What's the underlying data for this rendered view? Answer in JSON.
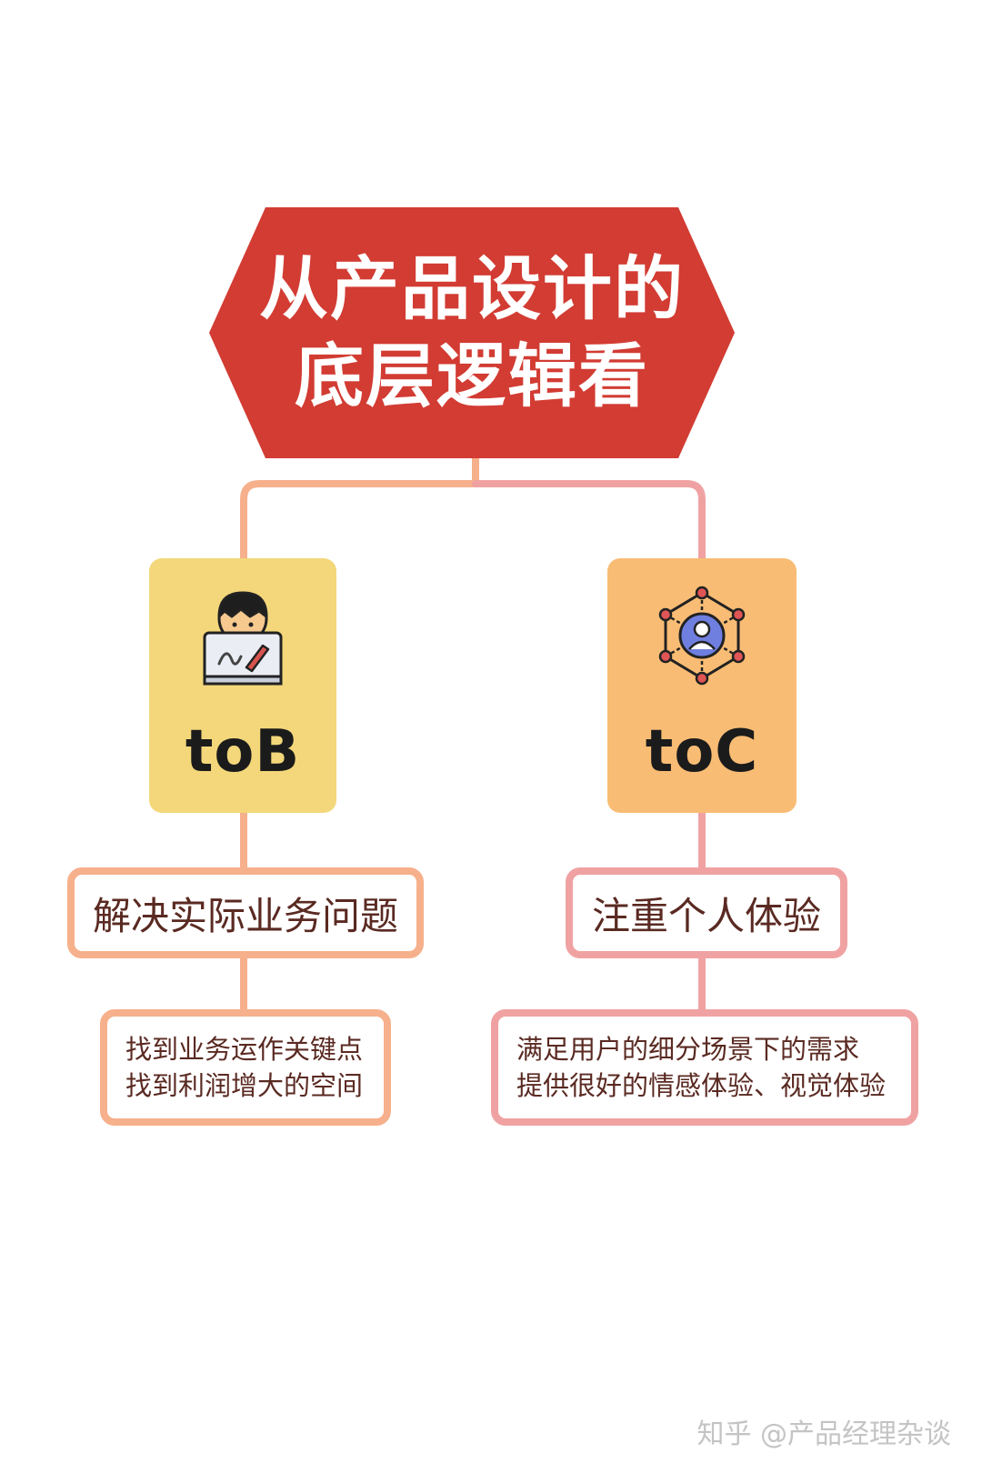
{
  "title": {
    "line1": "从产品设计的",
    "line2": "底层逻辑看"
  },
  "colors": {
    "title_bg": "#d23c33",
    "tob_card": "#f3d77a",
    "toc_card": "#f9bc74",
    "left_branch": "#f6b08b",
    "right_branch": "#f0a2a2",
    "text_dark": "#5a2a22"
  },
  "branches": {
    "tob": {
      "icon": "designer-laptop-icon",
      "label": "toB",
      "summary": "解决实际业务问题",
      "details": [
        "找到业务运作关键点",
        "找到利润增大的空间"
      ]
    },
    "toc": {
      "icon": "user-network-icon",
      "label": "toC",
      "summary": "注重个人体验",
      "details": [
        "满足用户的细分场景下的需求",
        "提供很好的情感体验、视觉体验"
      ]
    }
  },
  "watermark": "知乎 @产品经理杂谈"
}
